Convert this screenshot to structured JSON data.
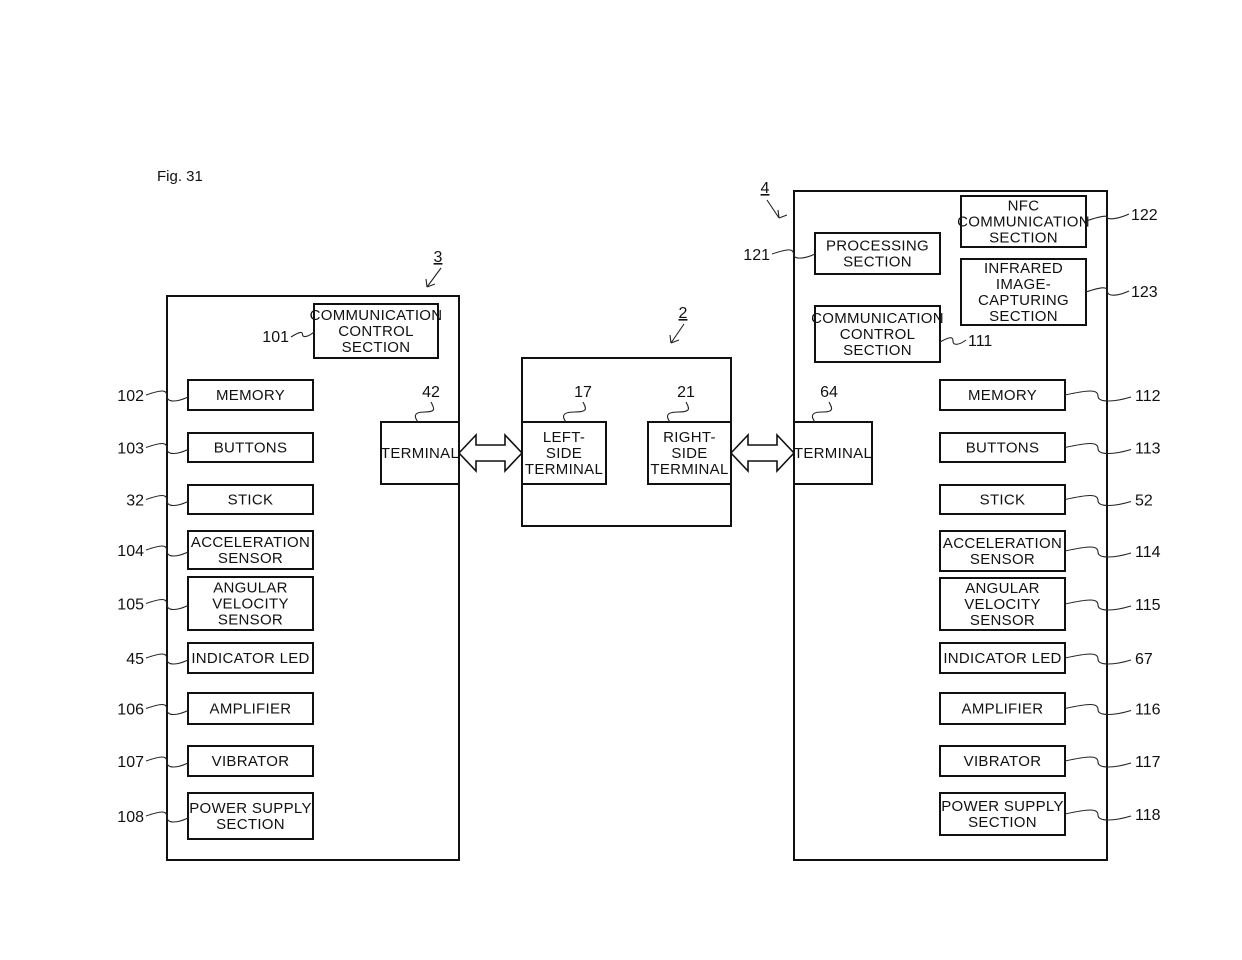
{
  "figure_label": "Fig. 31",
  "left_device": {
    "ref": "3",
    "comm_control": {
      "ref": "101",
      "lines": [
        "COMMUNICATION",
        "CONTROL",
        "SECTION"
      ]
    },
    "terminal": {
      "ref": "42",
      "lines": [
        "TERMINAL"
      ]
    },
    "components": [
      {
        "ref": "102",
        "lines": [
          "MEMORY"
        ]
      },
      {
        "ref": "103",
        "lines": [
          "BUTTONS"
        ]
      },
      {
        "ref": "32",
        "lines": [
          "STICK"
        ]
      },
      {
        "ref": "104",
        "lines": [
          "ACCELERATION",
          "SENSOR"
        ]
      },
      {
        "ref": "105",
        "lines": [
          "ANGULAR",
          "VELOCITY",
          "SENSOR"
        ]
      },
      {
        "ref": "45",
        "lines": [
          "INDICATOR LED"
        ]
      },
      {
        "ref": "106",
        "lines": [
          "AMPLIFIER"
        ]
      },
      {
        "ref": "107",
        "lines": [
          "VIBRATOR"
        ]
      },
      {
        "ref": "108",
        "lines": [
          "POWER SUPPLY",
          "SECTION"
        ]
      }
    ]
  },
  "main_unit": {
    "ref": "2",
    "left_terminal": {
      "ref": "17",
      "lines": [
        "LEFT-",
        "SIDE",
        "TERMINAL"
      ]
    },
    "right_terminal": {
      "ref": "21",
      "lines": [
        "RIGHT-",
        "SIDE",
        "TERMINAL"
      ]
    }
  },
  "right_device": {
    "ref": "4",
    "processing": {
      "ref": "121",
      "lines": [
        "PROCESSING",
        "SECTION"
      ]
    },
    "nfc": {
      "ref": "122",
      "lines": [
        "NFC",
        "COMMUNICATION",
        "SECTION"
      ]
    },
    "infrared": {
      "ref": "123",
      "lines": [
        "INFRARED",
        "IMAGE-",
        "CAPTURING",
        "SECTION"
      ]
    },
    "comm_control": {
      "ref": "111",
      "lines": [
        "COMMUNICATION",
        "CONTROL",
        "SECTION"
      ]
    },
    "terminal": {
      "ref": "64",
      "lines": [
        "TERMINAL"
      ]
    },
    "components": [
      {
        "ref": "112",
        "lines": [
          "MEMORY"
        ]
      },
      {
        "ref": "113",
        "lines": [
          "BUTTONS"
        ]
      },
      {
        "ref": "52",
        "lines": [
          "STICK"
        ]
      },
      {
        "ref": "114",
        "lines": [
          "ACCELERATION",
          "SENSOR"
        ]
      },
      {
        "ref": "115",
        "lines": [
          "ANGULAR",
          "VELOCITY",
          "SENSOR"
        ]
      },
      {
        "ref": "67",
        "lines": [
          "INDICATOR LED"
        ]
      },
      {
        "ref": "116",
        "lines": [
          "AMPLIFIER"
        ]
      },
      {
        "ref": "117",
        "lines": [
          "VIBRATOR"
        ]
      },
      {
        "ref": "118",
        "lines": [
          "POWER SUPPLY",
          "SECTION"
        ]
      }
    ]
  }
}
